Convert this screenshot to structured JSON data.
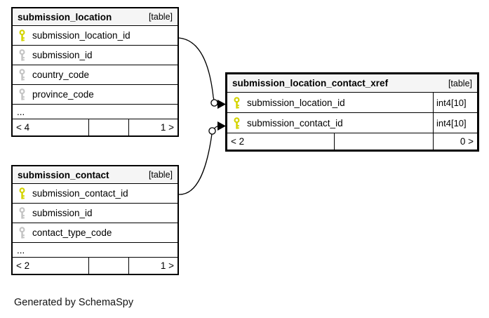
{
  "diagram": {
    "generator_note": "Generated by SchemaSpy"
  },
  "colors": {
    "primary_key_icon": "#d4d400",
    "foreign_key_icon": "#c4c4c4",
    "table_header_bg": "#f5f5f5",
    "table_border": "#000000",
    "background": "#ffffff"
  },
  "tables": [
    {
      "name": "submission_location",
      "badge": "[table]",
      "columns": [
        {
          "name": "submission_location_id",
          "key": "primary"
        },
        {
          "name": "submission_id",
          "key": "foreign"
        },
        {
          "name": "country_code",
          "key": "foreign"
        },
        {
          "name": "province_code",
          "key": "foreign"
        }
      ],
      "ellipsis": "...",
      "footer": {
        "left": "< 4",
        "right": "1 >"
      }
    },
    {
      "name": "submission_location_contact_xref",
      "badge": "[table]",
      "columns": [
        {
          "name": "submission_location_id",
          "key": "primary",
          "type": "int4[10]"
        },
        {
          "name": "submission_contact_id",
          "key": "primary",
          "type": "int4[10]"
        }
      ],
      "footer": {
        "left": "< 2",
        "right": "0 >"
      }
    },
    {
      "name": "submission_contact",
      "badge": "[table]",
      "columns": [
        {
          "name": "submission_contact_id",
          "key": "primary"
        },
        {
          "name": "submission_id",
          "key": "foreign"
        },
        {
          "name": "contact_type_code",
          "key": "foreign"
        }
      ],
      "ellipsis": "...",
      "footer": {
        "left": "< 2",
        "right": "1 >"
      }
    }
  ],
  "relationships": [
    {
      "from": "submission_location.submission_location_id",
      "to": "submission_location_contact_xref.submission_location_id"
    },
    {
      "from": "submission_contact.submission_contact_id",
      "to": "submission_location_contact_xref.submission_contact_id"
    }
  ]
}
